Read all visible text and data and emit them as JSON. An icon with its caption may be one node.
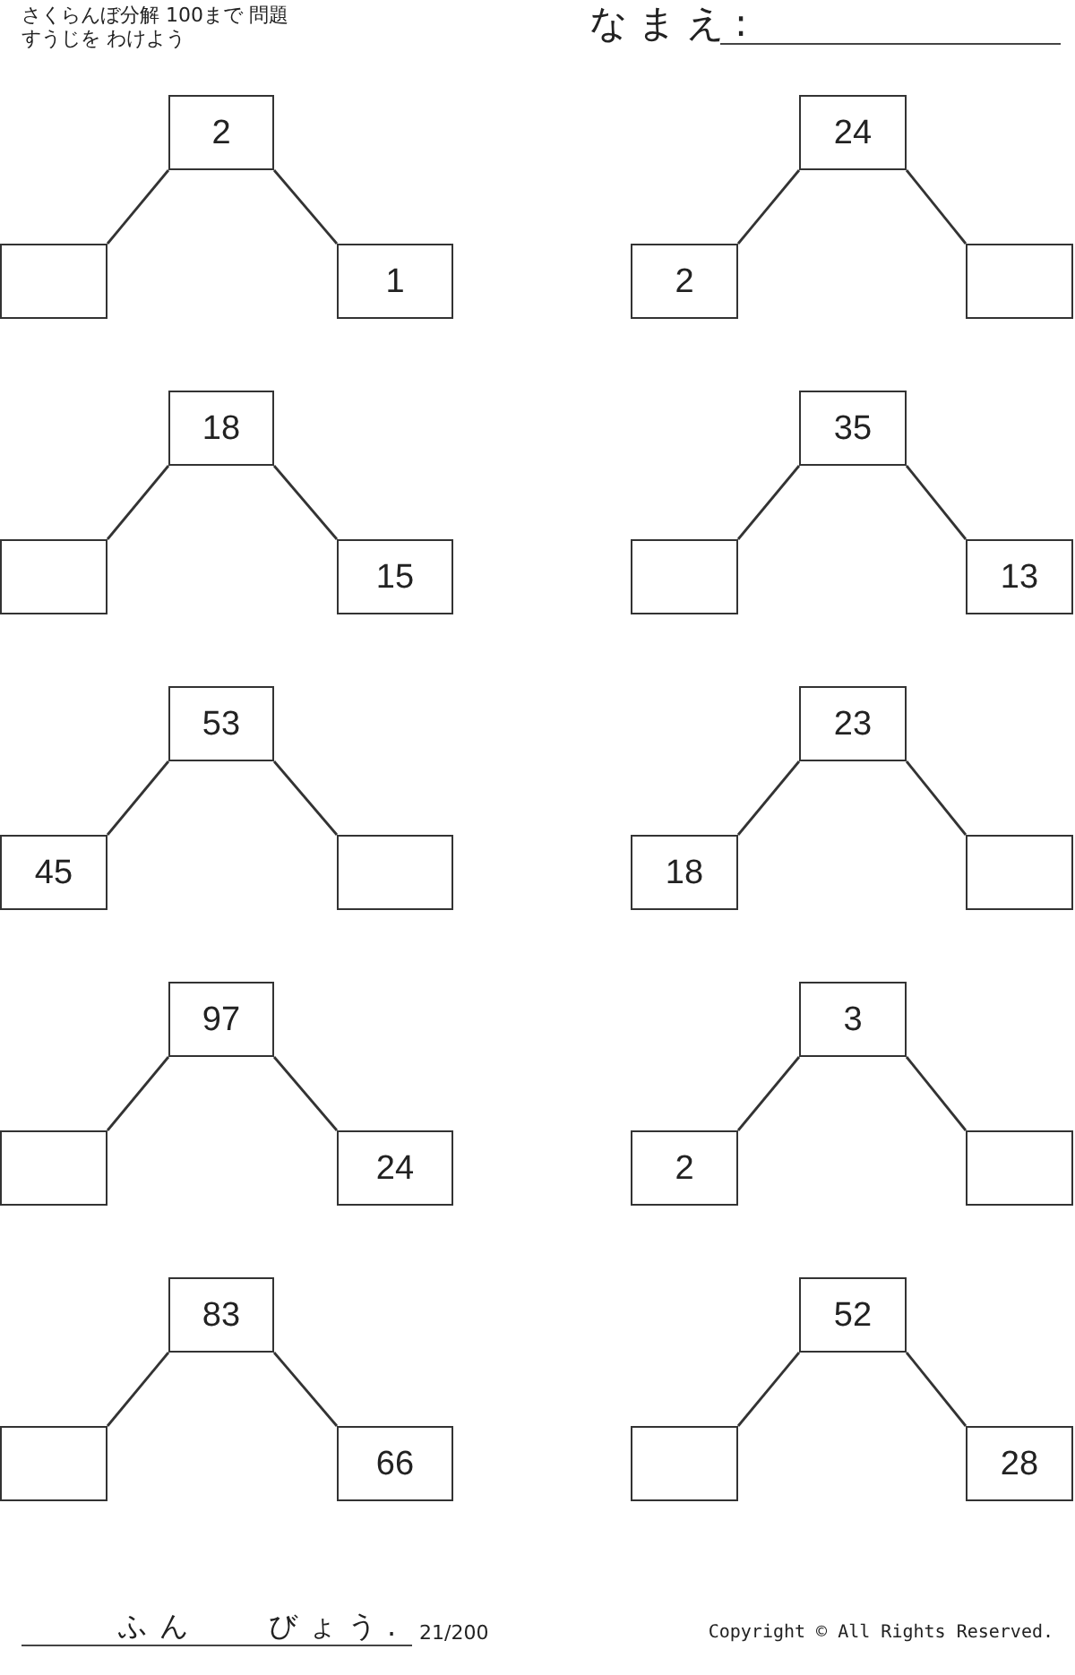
{
  "diagram": {
    "title": "さくらんぼ分解 100まで 問題",
    "nodes": [
      {
        "text": [
          "2"
        ]
      },
      {
        "text": [],
        "shape": "box"
      },
      {
        "text": [
          "1"
        ]
      },
      {
        "text": [
          "24"
        ]
      },
      {
        "text": [
          "2"
        ]
      },
      {
        "text": [],
        "shape": "box"
      },
      {
        "text": [
          "18"
        ]
      },
      {
        "text": [],
        "shape": "box"
      },
      {
        "text": [
          "15"
        ]
      },
      {
        "text": [
          "35"
        ]
      },
      {
        "text": [],
        "shape": "box"
      },
      {
        "text": [
          "13"
        ]
      },
      {
        "text": [
          "53"
        ]
      },
      {
        "text": [
          "45"
        ]
      },
      {
        "text": [],
        "shape": "box"
      },
      {
        "text": [
          "23"
        ]
      },
      {
        "text": [
          "18"
        ]
      },
      {
        "text": [],
        "shape": "box"
      },
      {
        "text": [
          "97"
        ]
      },
      {
        "text": [],
        "shape": "box"
      },
      {
        "text": [
          "24"
        ]
      },
      {
        "text": [
          "3"
        ]
      },
      {
        "text": [
          "2"
        ]
      },
      {
        "text": [],
        "shape": "box"
      },
      {
        "text": [
          "83"
        ]
      },
      {
        "text": [],
        "shape": "box"
      },
      {
        "text": [
          "66"
        ]
      },
      {
        "text": [
          "52"
        ]
      },
      {
        "text": [],
        "shape": "box"
      },
      {
        "text": [
          "28"
        ]
      }
    ],
    "edges": [
      {
        "from": 0,
        "to": 1,
        "arrow": "none"
      },
      {
        "from": 0,
        "to": 2,
        "arrow": "none"
      },
      {
        "from": 3,
        "to": 4,
        "arrow": "none"
      },
      {
        "from": 3,
        "to": 5,
        "arrow": "none"
      },
      {
        "from": 6,
        "to": 7,
        "arrow": "none"
      },
      {
        "from": 6,
        "to": 8,
        "arrow": "none"
      },
      {
        "from": 9,
        "to": 10,
        "arrow": "none"
      },
      {
        "from": 9,
        "to": 11,
        "arrow": "none"
      },
      {
        "from": 12,
        "to": 13,
        "arrow": "none"
      },
      {
        "from": 12,
        "to": 14,
        "arrow": "none"
      },
      {
        "from": 15,
        "to": 16,
        "arrow": "none"
      },
      {
        "from": 15,
        "to": 17,
        "arrow": "none"
      },
      {
        "from": 18,
        "to": 19,
        "arrow": "none"
      },
      {
        "from": 18,
        "to": 20,
        "arrow": "none"
      },
      {
        "from": 21,
        "to": 22,
        "arrow": "none"
      },
      {
        "from": 21,
        "to": 23,
        "arrow": "none"
      },
      {
        "from": 24,
        "to": 25,
        "arrow": "none"
      },
      {
        "from": 24,
        "to": 26,
        "arrow": "none"
      },
      {
        "from": 27,
        "to": 28,
        "arrow": "none"
      },
      {
        "from": 27,
        "to": 29,
        "arrow": "none"
      }
    ],
    "labels": [
      "すうじを わけよう",
      "なまえ:",
      "ふん",
      "びょう.",
      "21/200",
      "Copyright © All Rights Reserved."
    ]
  }
}
